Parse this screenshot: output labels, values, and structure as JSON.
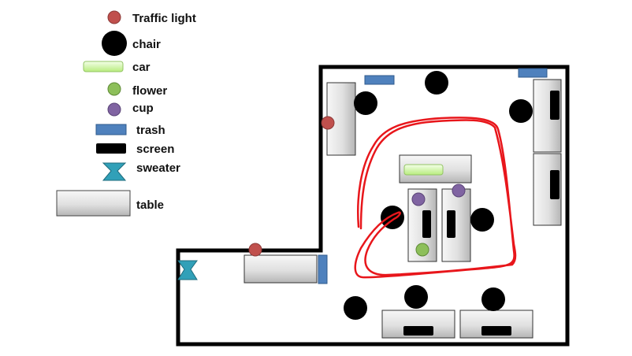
{
  "legend": {
    "traffic_light": "Traffic light",
    "chair": "chair",
    "car": "car",
    "flower": "flower",
    "cup": "cup",
    "trash": "trash",
    "screen": "screen",
    "sweater": "sweater",
    "table": "table"
  },
  "colors": {
    "traffic_light": "#c0504d",
    "chair": "#000000",
    "car": "#ccff99",
    "flower": "#8dbf5a",
    "cup": "#8064a2",
    "trash": "#4f81bd",
    "screen": "#000000",
    "sweater": "#31a0b8",
    "table": "#d9d9d9",
    "path": "#e8161b",
    "walls": "#000000"
  },
  "icons": {
    "traffic_light": "red-circle",
    "chair": "black-circle",
    "car": "green-rounded-bar",
    "flower": "green-circle",
    "cup": "purple-circle",
    "trash": "blue-bar",
    "screen": "black-bar",
    "sweater": "hourglass",
    "table": "grey-rectangle"
  }
}
